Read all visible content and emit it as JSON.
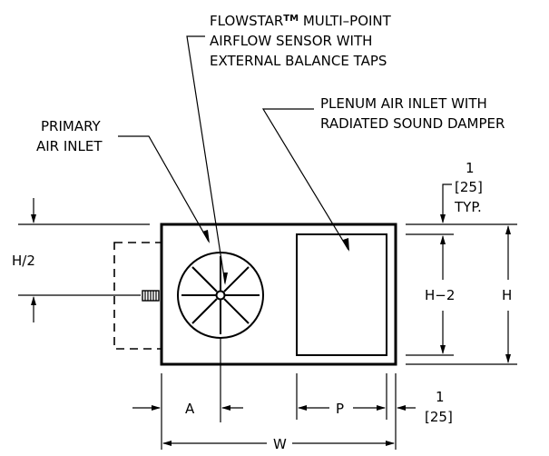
{
  "labels": {
    "flowstar_line1_a": "FLOWSTAR",
    "flowstar_tm": "TM",
    "flowstar_line1_b": " MULTI–POINT",
    "flowstar_line2": "AIRFLOW SENSOR WITH",
    "flowstar_line3": "EXTERNAL BALANCE TAPS",
    "plenum_line1": "PLENUM AIR INLET WITH",
    "plenum_line2": "RADIATED SOUND DAMPER",
    "primary_line1": "PRIMARY",
    "primary_line2": "AIR INLET"
  },
  "dimensions": {
    "typ_value": "1",
    "typ_metric": "[25]",
    "typ_note": "TYP.",
    "half_height": "H/2",
    "height_minus_2": "H−2",
    "height": "H",
    "a": "A",
    "p": "P",
    "side_value": "1",
    "side_metric": "[25]",
    "width": "W"
  }
}
